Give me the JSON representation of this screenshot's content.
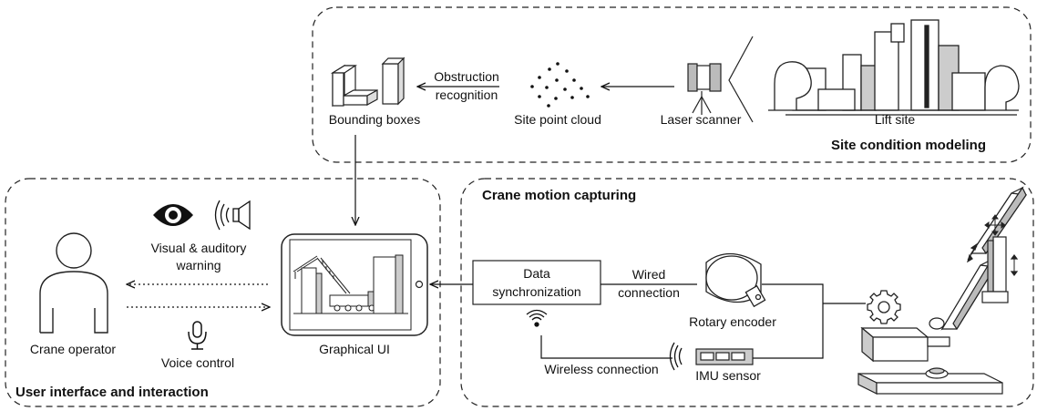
{
  "sections": {
    "site_modeling": "Site condition modeling",
    "crane_motion": "Crane motion capturing",
    "user_interface": "User interface and interaction"
  },
  "labels": {
    "bounding_boxes": "Bounding boxes",
    "obstruction_line1": "Obstruction",
    "obstruction_line2": "recognition",
    "site_point_cloud": "Site point cloud",
    "laser_scanner": "Laser scanner",
    "lift_site": "Lift site",
    "visual_warning_line1": "Visual & auditory",
    "visual_warning_line2": "warning",
    "crane_operator": "Crane operator",
    "voice_control": "Voice control",
    "graphical_ui": "Graphical UI",
    "data_sync_line1": "Data",
    "data_sync_line2": "synchronization",
    "wired_line1": "Wired",
    "wired_line2": "connection",
    "rotary_encoder": "Rotary encoder",
    "wireless_connection": "Wireless connection",
    "imu_sensor": "IMU sensor"
  },
  "icons": [
    "eye-icon",
    "speaker-icon",
    "microphone-icon",
    "wireless-icon",
    "gear-icon",
    "person-icon",
    "tablet-icon",
    "laser-scanner-icon",
    "city-skyline-icon"
  ]
}
